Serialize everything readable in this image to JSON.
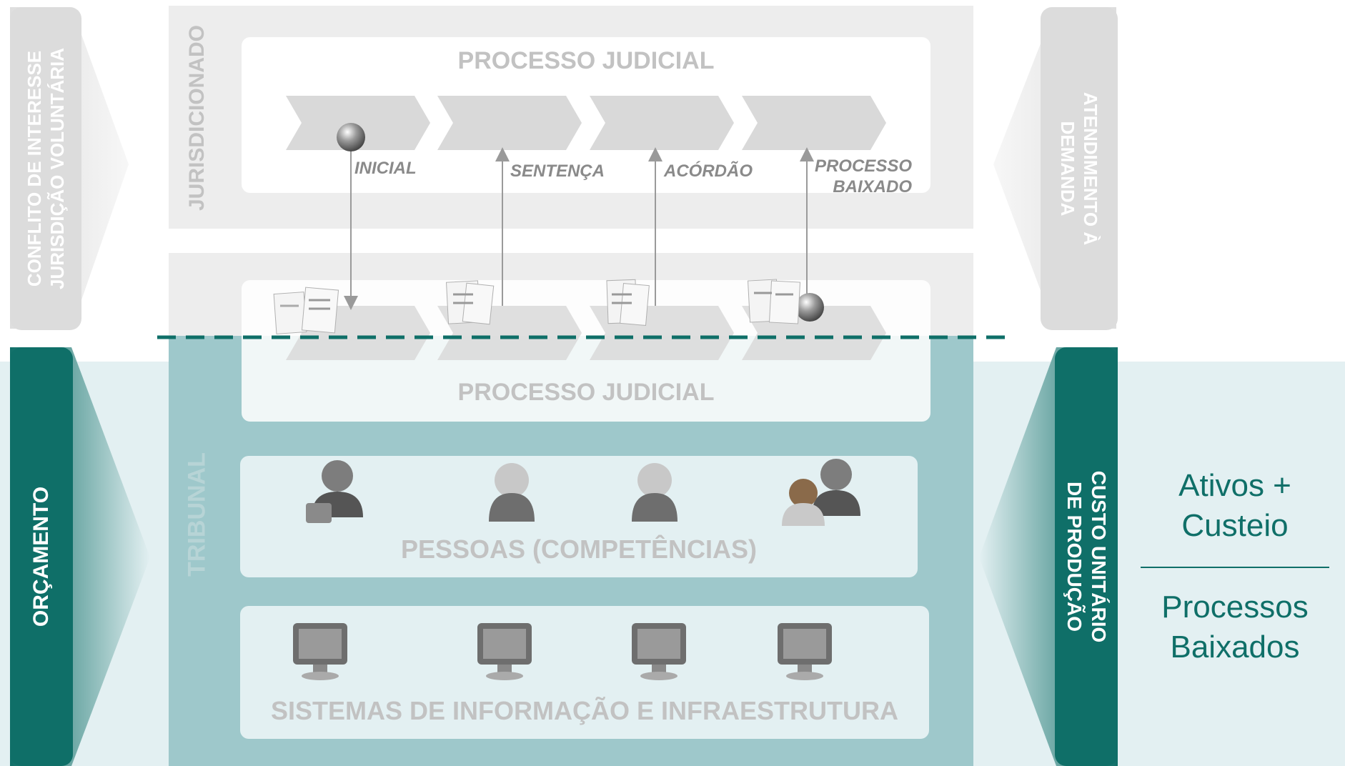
{
  "colors": {
    "teal_dark": "#0f6f68",
    "teal_light": "#e3f0f2",
    "teal_mid": "#93c5c8",
    "gray_band": "#ededed",
    "chevron": "#d9d9d9",
    "label_gray": "#c2c2c2",
    "text_teal": "#0f6f68"
  },
  "left_top_banner": {
    "line1": "CONFLITO DE INTERESSE",
    "line2": "JURISDIÇÃO VOLUNTÁRIA"
  },
  "left_bottom_banner": {
    "label": "ORÇAMENTO"
  },
  "right_top_banner": {
    "line1": "ATENDIMENTO À",
    "line2": "DEMANDA"
  },
  "right_bottom_banner": {
    "line1": "CUSTO UNITÁRIO",
    "line2": "DE PRODUÇÃO"
  },
  "jurisdicionado_label": "JURISDICIONADO",
  "tribunal_label": "TRIBUNAL",
  "top_process_title": "PROCESSO JUDICIAL",
  "bottom_process_title": "PROCESSO JUDICIAL",
  "stages": [
    {
      "label": "INICIAL"
    },
    {
      "label": "SENTENÇA"
    },
    {
      "label": "ACÓRDÃO"
    },
    {
      "label_line1": "PROCESSO",
      "label_line2": "BAIXADO"
    }
  ],
  "pessoas_label": "PESSOAS (COMPETÊNCIAS)",
  "sistemas_label": "SISTEMAS DE INFORMAÇÃO E INFRAESTRUTURA",
  "icons": {
    "people": [
      "businessman-icon",
      "judge-icon",
      "judge-icon",
      "people-group-icon"
    ],
    "systems": [
      "monitor-icon",
      "monitor-icon",
      "monitor-icon",
      "monitor-icon"
    ],
    "documents": [
      "documents-icon",
      "documents-icon",
      "documents-icon",
      "documents-icon"
    ]
  },
  "formula": {
    "numerator_line1": "Ativos +",
    "numerator_line2": "Custeio",
    "denominator_line1": "Processos",
    "denominator_line2": "Baixados"
  }
}
